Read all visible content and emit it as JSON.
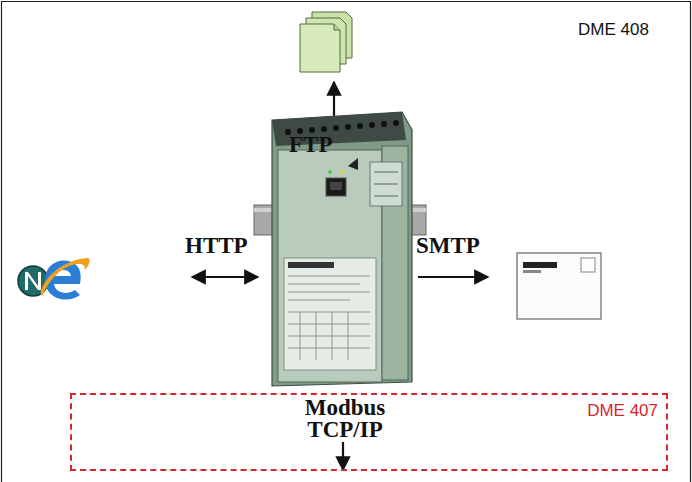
{
  "diagram": {
    "nodes": [
      {
        "text": [
          "DME 407",
          "Modbus TCP/IP"
        ]
      }
    ],
    "labels": [
      "DME 408",
      "FTP",
      "HTTP",
      "SMTP"
    ]
  }
}
